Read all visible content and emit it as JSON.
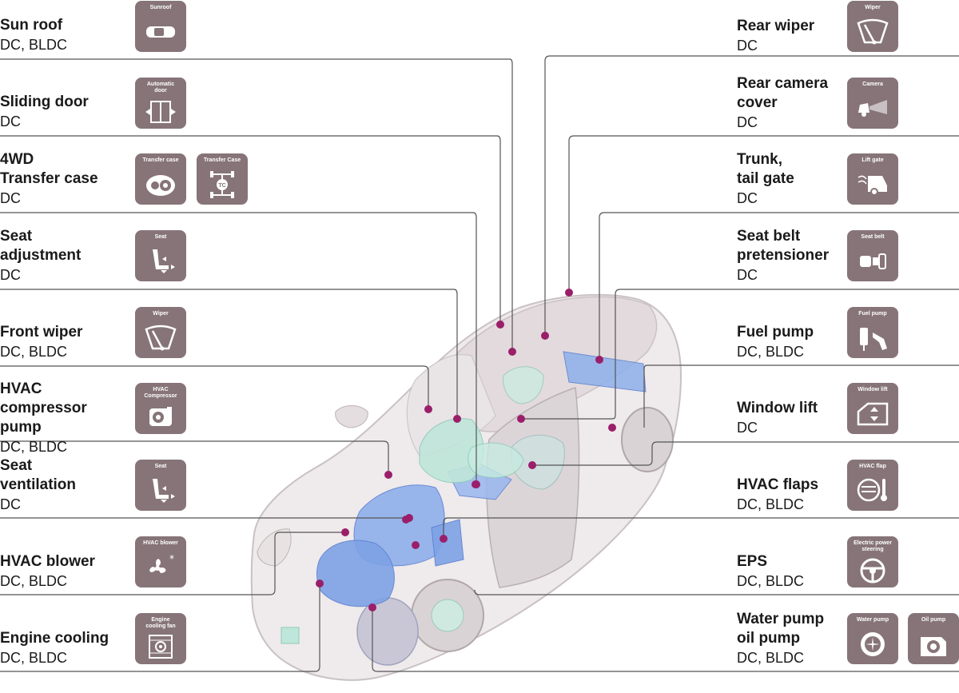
{
  "components": {
    "sun_roof": {
      "title": "Sun roof",
      "motor": "DC, BLDC",
      "icon_caption": "Sunroof",
      "icon": "car-top-icon"
    },
    "sliding_door": {
      "title": "Sliding door",
      "motor": "DC",
      "icon_caption": "Automatic\ndoor",
      "icon": "sliding-door-icon"
    },
    "transfer_case": {
      "title": "4WD\nTransfer case",
      "motor": "DC",
      "icon_caption": "Transfer case",
      "icon_caption_2": "Transfer Case",
      "icon": "gear-case-icon",
      "icon_2": "drivetrain-icon",
      "icon_text_2": "TC"
    },
    "seat_adjustment": {
      "title": "Seat\nadjustment",
      "motor": "DC",
      "icon_caption": "Seat",
      "icon": "seat-icon"
    },
    "front_wiper": {
      "title": "Front wiper",
      "motor": "DC, BLDC",
      "icon_caption": "Wiper",
      "icon": "wiper-icon"
    },
    "hvac_compressor": {
      "title": "HVAC compressor\npump",
      "motor": "DC, BLDC",
      "icon_caption": "HVAC\nCompressor",
      "icon": "compressor-icon"
    },
    "seat_ventilation": {
      "title": "Seat\nventilation",
      "motor": "DC",
      "icon_caption": "Seat",
      "icon": "seat-icon"
    },
    "hvac_blower": {
      "title": "HVAC blower",
      "motor": "DC, BLDC",
      "icon_caption": "HVAC blower",
      "icon": "fan-icon"
    },
    "engine_cooling": {
      "title": "Engine cooling",
      "motor": "DC, BLDC",
      "icon_caption": "Engine\ncooling fan",
      "icon": "radiator-fan-icon"
    },
    "rear_wiper": {
      "title": "Rear wiper",
      "motor": "DC",
      "icon_caption": "Wiper",
      "icon": "wiper-icon"
    },
    "rear_camera_cover": {
      "title": "Rear camera\ncover",
      "motor": "DC",
      "icon_caption": "Camera",
      "icon": "camera-car-icon"
    },
    "trunk_tail_gate": {
      "title": "Trunk,\ntail gate",
      "motor": "DC",
      "icon_caption": "Lift gate",
      "icon": "lift-gate-icon"
    },
    "seat_belt": {
      "title": "Seat belt\npretensioner",
      "motor": "DC",
      "icon_caption": "Seat belt",
      "icon": "seat-belt-icon"
    },
    "fuel_pump": {
      "title": "Fuel pump",
      "motor": "DC, BLDC",
      "icon_caption": "Fuel pump",
      "icon": "fuel-pump-icon"
    },
    "window_lift": {
      "title": "Window lift",
      "motor": "DC",
      "icon_caption": "Window lift",
      "icon": "window-lift-icon"
    },
    "hvac_flaps": {
      "title": "HVAC flaps",
      "motor": "DC, BLDC",
      "icon_caption": "HVAC flap",
      "icon": "hvac-flap-icon"
    },
    "eps": {
      "title": "EPS",
      "motor": "DC, BLDC",
      "icon_caption": "Electric power\nsteering",
      "icon": "steering-wheel-icon"
    },
    "water_oil_pump": {
      "title": "Water pump\noil pump",
      "motor": "DC, BLDC",
      "icon_caption": "Water pump",
      "icon_caption_2": "Oil pump",
      "icon": "water-pump-icon",
      "icon_2": "oil-pump-icon"
    }
  },
  "colors": {
    "icon_bg": "#867478",
    "leader_line": "#555555",
    "callout_dot": "#9a1f6a",
    "car_body": "#efeaeb",
    "highlight_blue": "#6d97e3",
    "highlight_teal": "#a9dccf"
  }
}
